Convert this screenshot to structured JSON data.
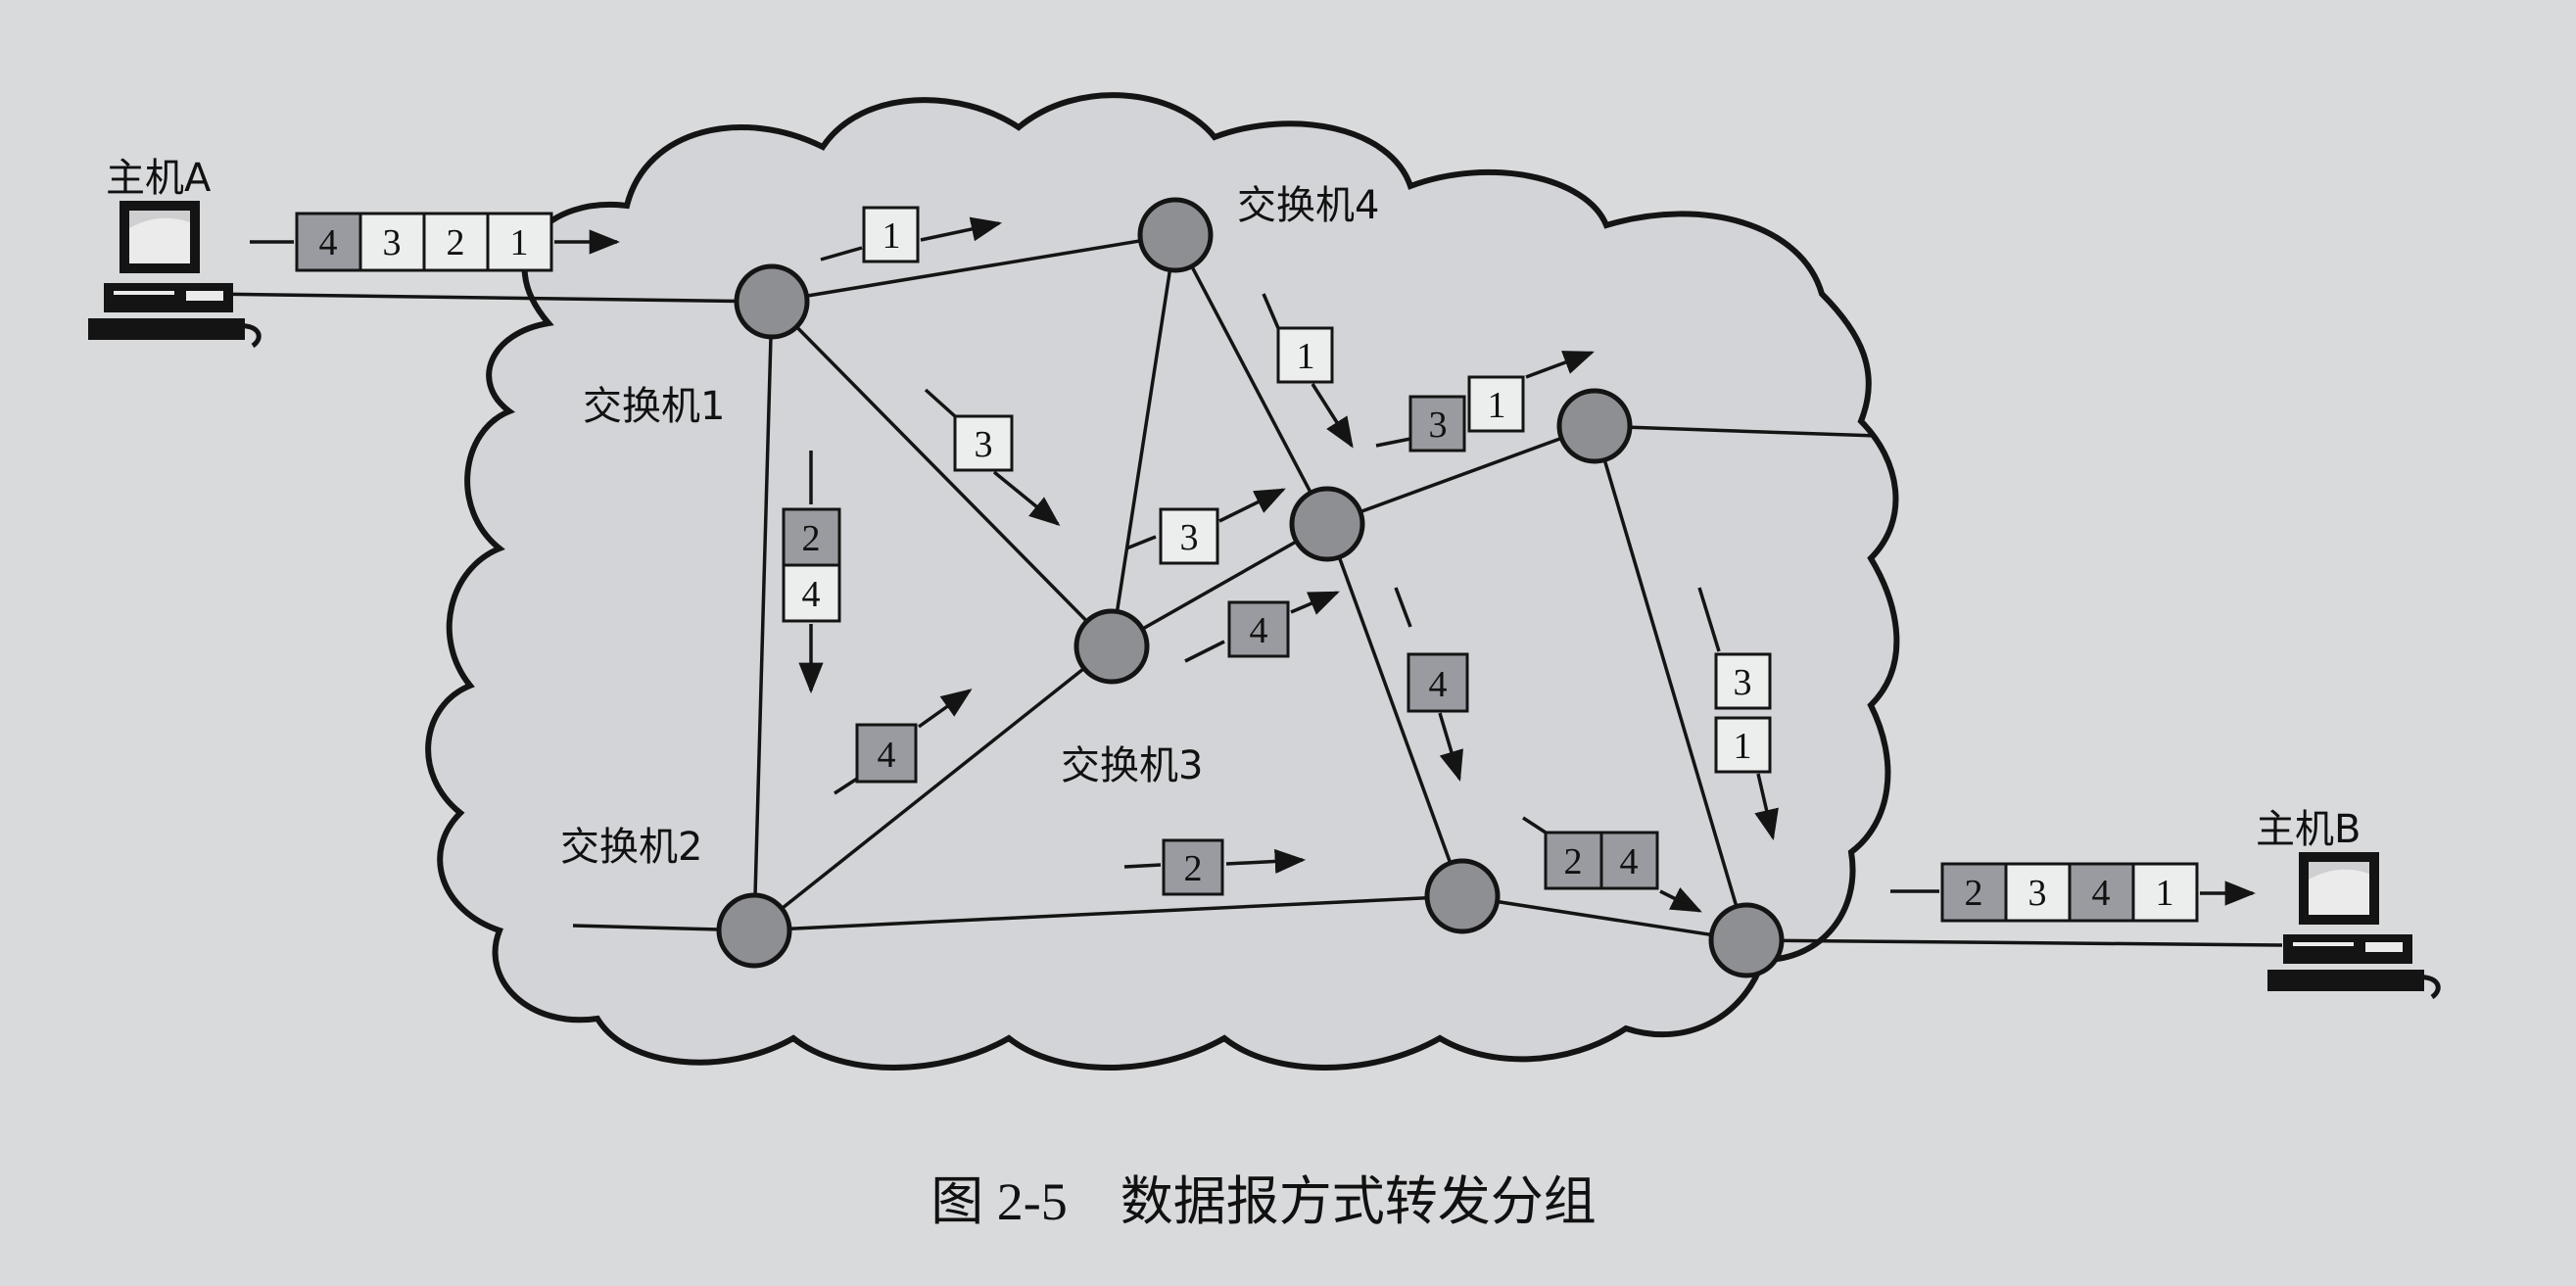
{
  "colors": {
    "paper": "#d9dadc",
    "ink": "#141414",
    "node_fill": "#8e8f93",
    "packet_shaded": "#9a9ba0",
    "packet_plain": "#eceded"
  },
  "caption": "图 2-5　数据报方式转发分组",
  "hosts": {
    "a": {
      "label": "主机A",
      "icon": "computer-icon"
    },
    "b": {
      "label": "主机B",
      "icon": "computer-icon"
    }
  },
  "switch_labels": {
    "s1": "交换机1",
    "s2": "交换机2",
    "s3": "交换机3",
    "s4": "交换机4"
  },
  "queues": {
    "host_a": [
      "4",
      "3",
      "2",
      "1"
    ],
    "host_b": [
      "2",
      "3",
      "4",
      "1"
    ]
  },
  "packet_tags": {
    "p_s1_s4": "1",
    "p_s4_n6": "1",
    "p_pair_3": "3",
    "p_pair_1": "1",
    "p_s1_s3": "3",
    "p_s3_n6": "3",
    "p_v_2": "2",
    "p_v_4": "4",
    "p_s3_n6_b": "4",
    "p_s2_s3": "4",
    "p_n6_n7": "4",
    "p_s2_n7": "2",
    "p_n5_n8_3": "3",
    "p_n5_n8_1": "1",
    "p_n7_n8_2": "2",
    "p_n7_n8_4": "4"
  }
}
